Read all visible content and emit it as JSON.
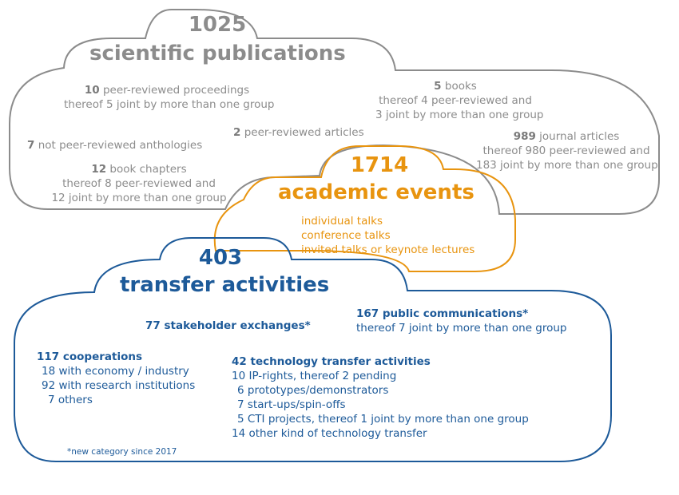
{
  "colors": {
    "gray": "#8c8c8c",
    "orange": "#e8940f",
    "blue": "#1d5a99"
  },
  "publications": {
    "count": "1025",
    "title": "scientific publications",
    "proceedings": {
      "num": "10",
      "label": " peer-reviewed proceedings",
      "sub": "thereof 5 joint by more than one group"
    },
    "books": {
      "num": "5",
      "label": " books",
      "sub1": "thereof 4 peer-reviewed and",
      "sub2": "3 joint by more than one group"
    },
    "articles": {
      "num": "2",
      "label": " peer-reviewed articles"
    },
    "anthologies": {
      "num": "7",
      "label": " not peer-reviewed anthologies"
    },
    "journal": {
      "num": "989",
      "label": " journal articles",
      "sub1": "thereof 980 peer-reviewed and",
      "sub2": "183 joint by more than one group"
    },
    "chapters": {
      "num": "12",
      "label": " book chapters",
      "sub1": "thereof 8 peer-reviewed and",
      "sub2": "12 joint by more than one group"
    }
  },
  "events": {
    "count": "1714",
    "title": "academic events",
    "items": [
      "individual talks",
      "conference talks",
      "invited talks or keynote lectures"
    ]
  },
  "transfer": {
    "count": "403",
    "title": "transfer activities",
    "public": {
      "title": "167 public communications*",
      "sub": "thereof 7 joint by more than one group"
    },
    "stakeholder": "77 stakeholder exchanges*",
    "cooperations": {
      "title": "117 cooperations",
      "items": [
        "18 with economy / industry",
        "92 with research institutions",
        "7 others"
      ]
    },
    "tech": {
      "title": "42 technology transfer activities",
      "items": [
        "10 IP-rights, thereof 2 pending",
        "6 prototypes/demonstrators",
        "7 start-ups/spin-offs",
        "5 CTI projects, thereof 1 joint by more than one group",
        "14 other kind of technology transfer"
      ]
    },
    "footnote": "*new category since 2017"
  }
}
